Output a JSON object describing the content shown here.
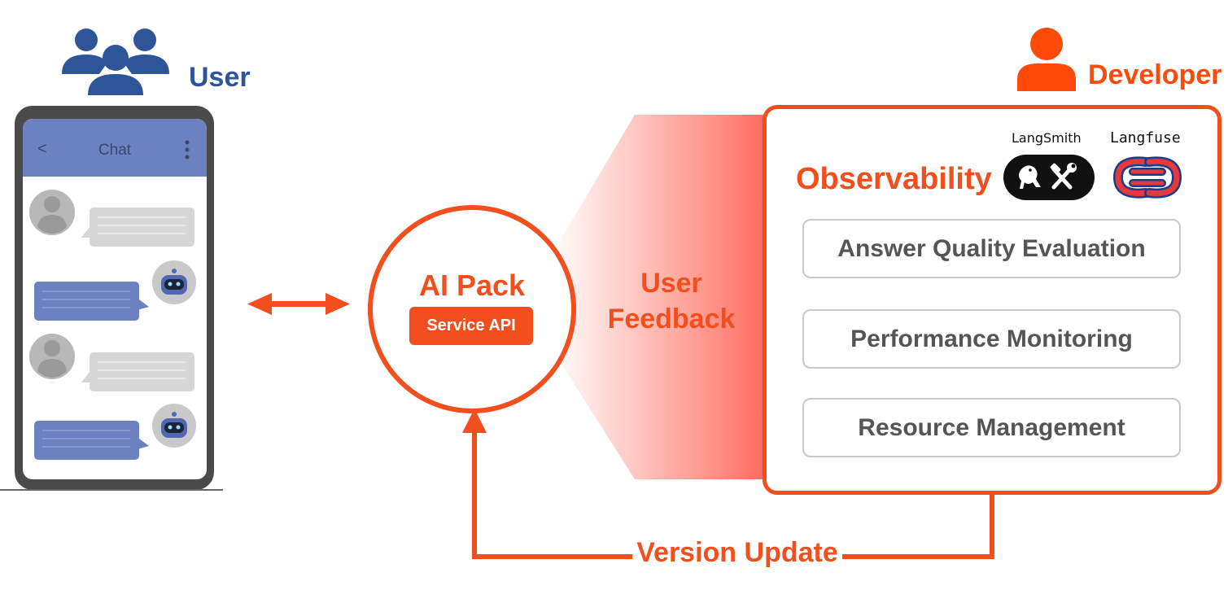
{
  "user": {
    "label": "User",
    "color": "#2e5597"
  },
  "phone": {
    "chat_title": "Chat",
    "back_glyph": "<",
    "menu_glyph": "⋮"
  },
  "ai_pack": {
    "title": "AI Pack",
    "service_label": "Service API"
  },
  "feedback": {
    "line1": "User",
    "line2": "Feedback"
  },
  "developer": {
    "label": "Developer",
    "color": "#ff4a0a"
  },
  "observability": {
    "title": "Observability",
    "tools": [
      {
        "label": "LangSmith",
        "icon": "langsmith-logo"
      },
      {
        "label": "Langfuse",
        "icon": "langfuse-logo"
      }
    ],
    "features": [
      "Answer Quality Evaluation",
      "Performance Monitoring",
      "Resource Management"
    ]
  },
  "version_update": {
    "label": "Version Update"
  },
  "colors": {
    "accent": "#f24e1e",
    "chat_header": "#6c81bf",
    "bubble_grey": "#d9d9d9",
    "bubble_blue": "#6c81bf"
  }
}
